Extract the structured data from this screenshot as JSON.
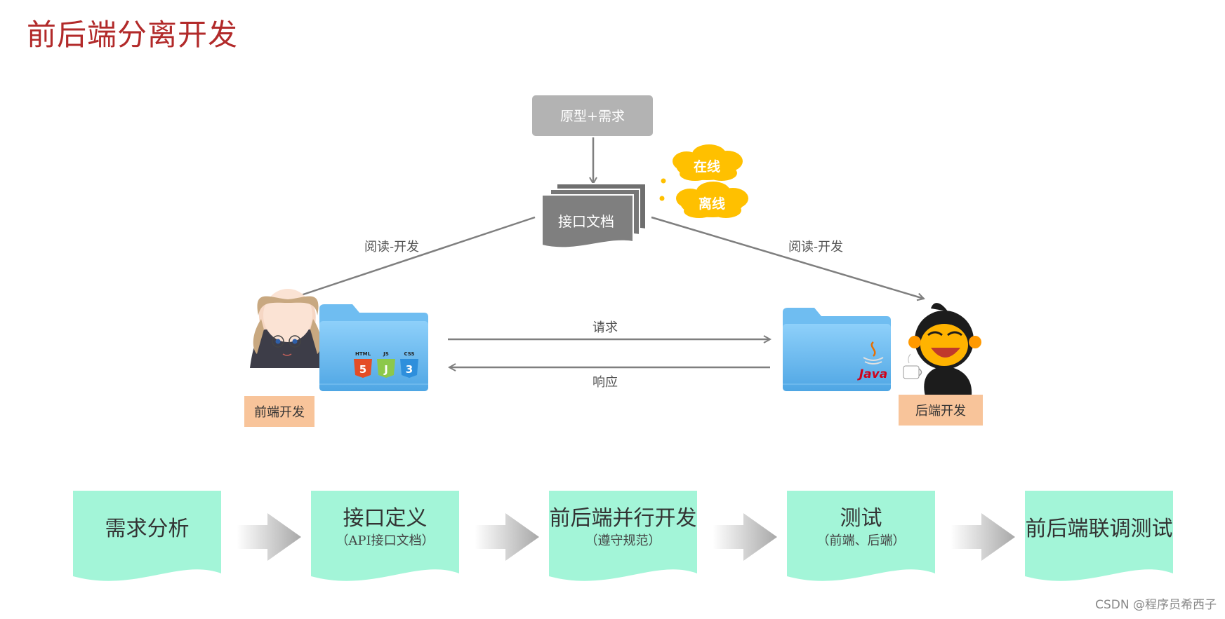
{
  "title": "前后端分离开发",
  "prototype_label": "原型+需求",
  "doc_label": "接口文档",
  "cloud_online": "在线",
  "cloud_offline": "离线",
  "read_dev_left": "阅读-开发",
  "read_dev_right": "阅读-开发",
  "request_label": "请求",
  "response_label": "响应",
  "frontend_label": "前端开发",
  "backend_label": "后端开发",
  "web_icons": {
    "html": "HTML",
    "js": "JS",
    "css": "CSS"
  },
  "java_label": "Java",
  "steps": [
    {
      "title": "需求分析",
      "sub": ""
    },
    {
      "title": "接口定义",
      "sub": "（API接口文档）"
    },
    {
      "title": "前后端并行开发",
      "sub": "（遵守规范）"
    },
    {
      "title": "测试",
      "sub": "（前端、后端）"
    },
    {
      "title": "前后端联调测试",
      "sub": ""
    }
  ],
  "watermark": "CSDN @程序员希西子",
  "colors": {
    "title": "#b22a2a",
    "gray_box": "#b3b3b3",
    "doc": "#7f7f7f",
    "cloud": "#ffc000",
    "arrow": "#7f7f7f",
    "folder": "#5db0ea",
    "label_box": "#f8c49a",
    "step": "#a3f5d8"
  }
}
